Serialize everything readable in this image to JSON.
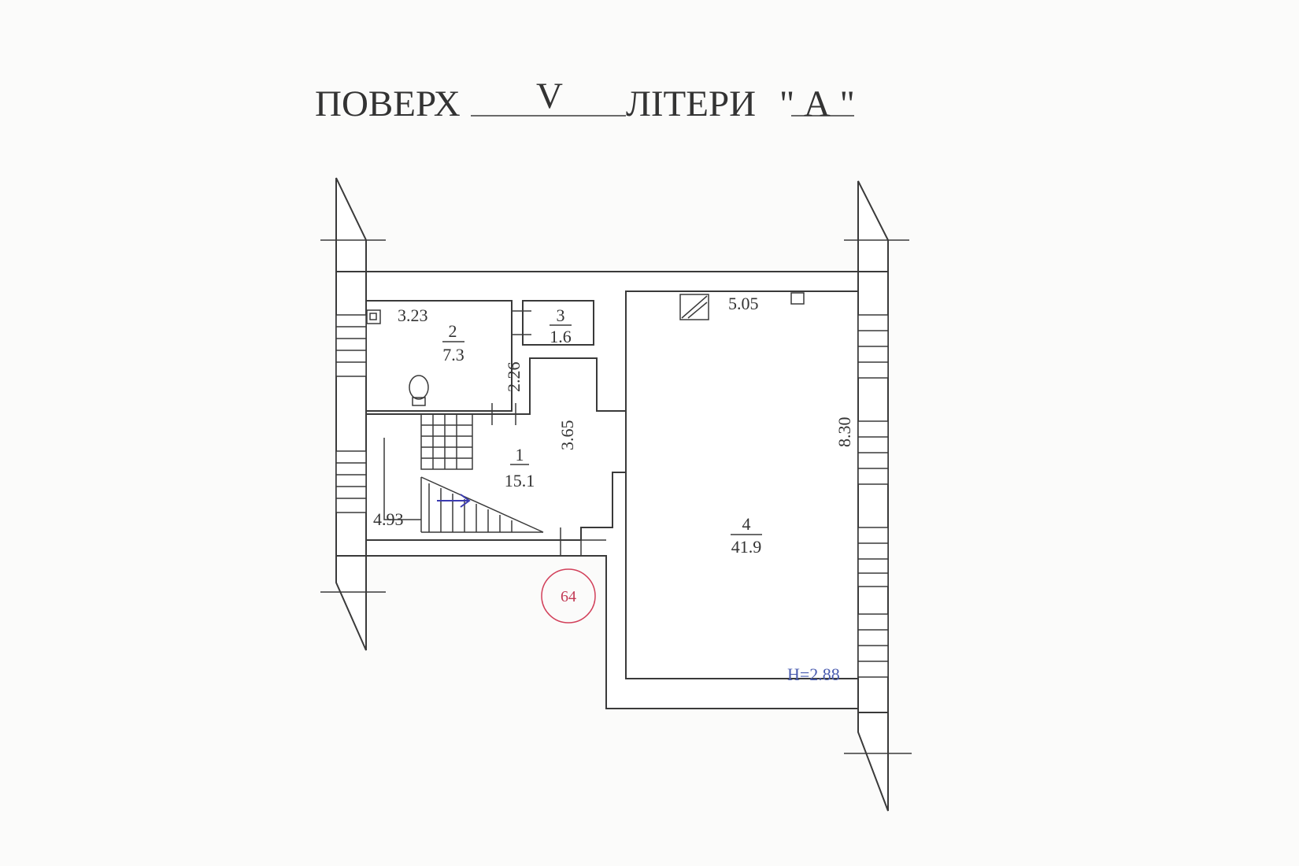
{
  "title": {
    "prefix": "ПОВЕРХ",
    "floor": "V",
    "letter_label": "ЛІТЕРИ",
    "letter": "\" А \""
  },
  "rooms": [
    {
      "id": "1",
      "area": "15.1",
      "dims": [
        "3.65",
        "4.93"
      ]
    },
    {
      "id": "2",
      "area": "7.3",
      "dims": [
        "3.23",
        "2.26"
      ]
    },
    {
      "id": "3",
      "area": "1.6",
      "dims": []
    },
    {
      "id": "4",
      "area": "41.9",
      "dims": [
        "5.05",
        "8.30"
      ]
    }
  ],
  "ceiling_height": "H=2.88",
  "stamp": "64"
}
